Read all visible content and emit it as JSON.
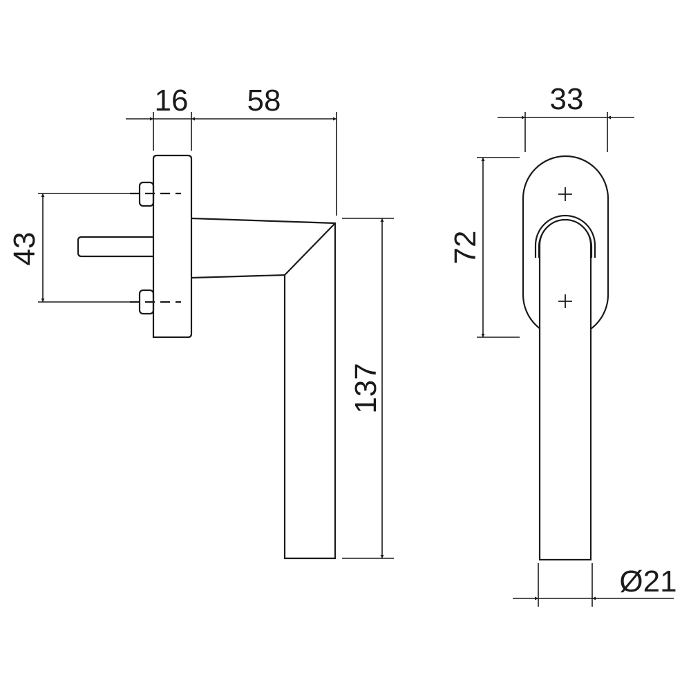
{
  "colors": {
    "line": "#1a1a1a",
    "background": "#ffffff"
  },
  "dimensions": {
    "rose_thickness": "16",
    "projection": "58",
    "fixing_distance": "43",
    "handle_length": "137",
    "rose_width": "33",
    "rose_height": "72",
    "grip_diameter": "Ø21"
  }
}
